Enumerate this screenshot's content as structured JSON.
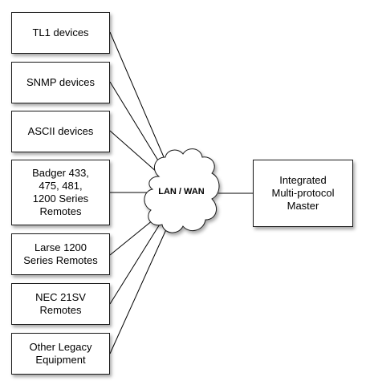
{
  "devices": [
    {
      "label": "TL1 devices"
    },
    {
      "label": "SNMP devices"
    },
    {
      "label": "ASCII devices"
    },
    {
      "label": "Badger 433,\n475, 481,\n1200 Series\nRemotes"
    },
    {
      "label": "Larse 1200\nSeries Remotes"
    },
    {
      "label": "NEC 21SV\nRemotes"
    },
    {
      "label": "Other Legacy\nEquipment"
    }
  ],
  "network": {
    "label": "LAN / WAN"
  },
  "master": {
    "label": "Integrated\nMulti-protocol\nMaster"
  },
  "colors": {
    "line": "#000000",
    "box_border": "#1a1a1a",
    "box_fill": "#ffffff",
    "cloud_fill": "#ffffff"
  }
}
